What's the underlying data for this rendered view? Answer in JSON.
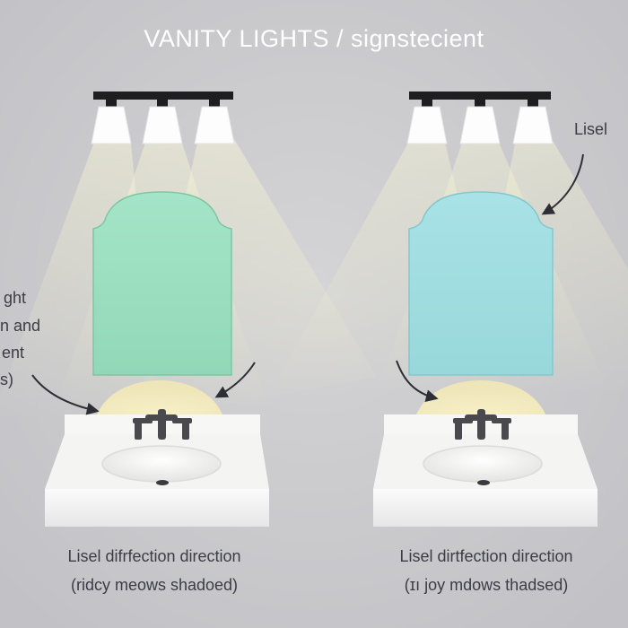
{
  "title": "VANITY LIGHTS / signstecient",
  "left_panel": {
    "side_label_lines": [
      "ght",
      "n and",
      "ent",
      "s)"
    ],
    "caption_line1": "Lisel difrfection direction",
    "caption_line2": "(ridcy meows shadoed)",
    "mirror_color": "#9bdfbc"
  },
  "right_panel": {
    "side_label": "Lisel",
    "caption_line1": "Lisel dirtfection direction",
    "caption_line2": "(ɪı joy mdows thadsed)",
    "mirror_color": "#9fdedc"
  },
  "colors": {
    "background": "#c9c9cc",
    "light_bar": "#1e1e20",
    "beam": "#f4f2c8",
    "glow": "#f3ecc0",
    "vanity": "#ffffff",
    "faucet": "#4a4a4e",
    "arrow": "#2e2f36"
  },
  "icons": [
    "light-fixture-icon",
    "mirror-icon",
    "faucet-icon",
    "arrow-icon"
  ]
}
